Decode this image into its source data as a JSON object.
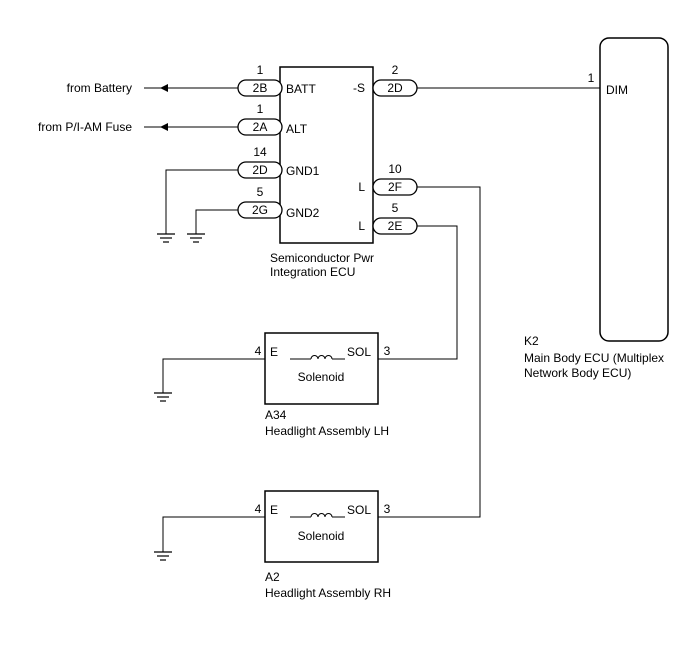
{
  "sources": {
    "battery": "from Battery",
    "fuse": "from P/I-AM Fuse"
  },
  "ecu": {
    "name_line1": "Semiconductor Pwr",
    "name_line2": "Integration ECU",
    "pins": {
      "batt": {
        "num": "1",
        "conn": "2B",
        "label": "BATT"
      },
      "alt": {
        "num": "1",
        "conn": "2A",
        "label": "ALT"
      },
      "gnd1": {
        "num": "14",
        "conn": "2D",
        "label": "GND1"
      },
      "gnd2": {
        "num": "5",
        "conn": "2G",
        "label": "GND2"
      },
      "s": {
        "num": "2",
        "conn": "2D",
        "label": "-S"
      },
      "l1": {
        "num": "10",
        "conn": "2F",
        "label": "L"
      },
      "l2": {
        "num": "5",
        "conn": "2E",
        "label": "L"
      }
    }
  },
  "main_body": {
    "code": "K2",
    "name_line1": "Main Body ECU (Multiplex",
    "name_line2": "Network Body ECU)",
    "pin_num": "1",
    "pin_label": "DIM"
  },
  "headlight_lh": {
    "code": "A34",
    "name": "Headlight Assembly LH",
    "solenoid": "Solenoid",
    "pin_e_num": "4",
    "pin_e_label": "E",
    "pin_sol_num": "3",
    "pin_sol_label": "SOL"
  },
  "headlight_rh": {
    "code": "A2",
    "name": "Headlight Assembly RH",
    "solenoid": "Solenoid",
    "pin_e_num": "4",
    "pin_e_label": "E",
    "pin_sol_num": "3",
    "pin_sol_label": "SOL"
  }
}
